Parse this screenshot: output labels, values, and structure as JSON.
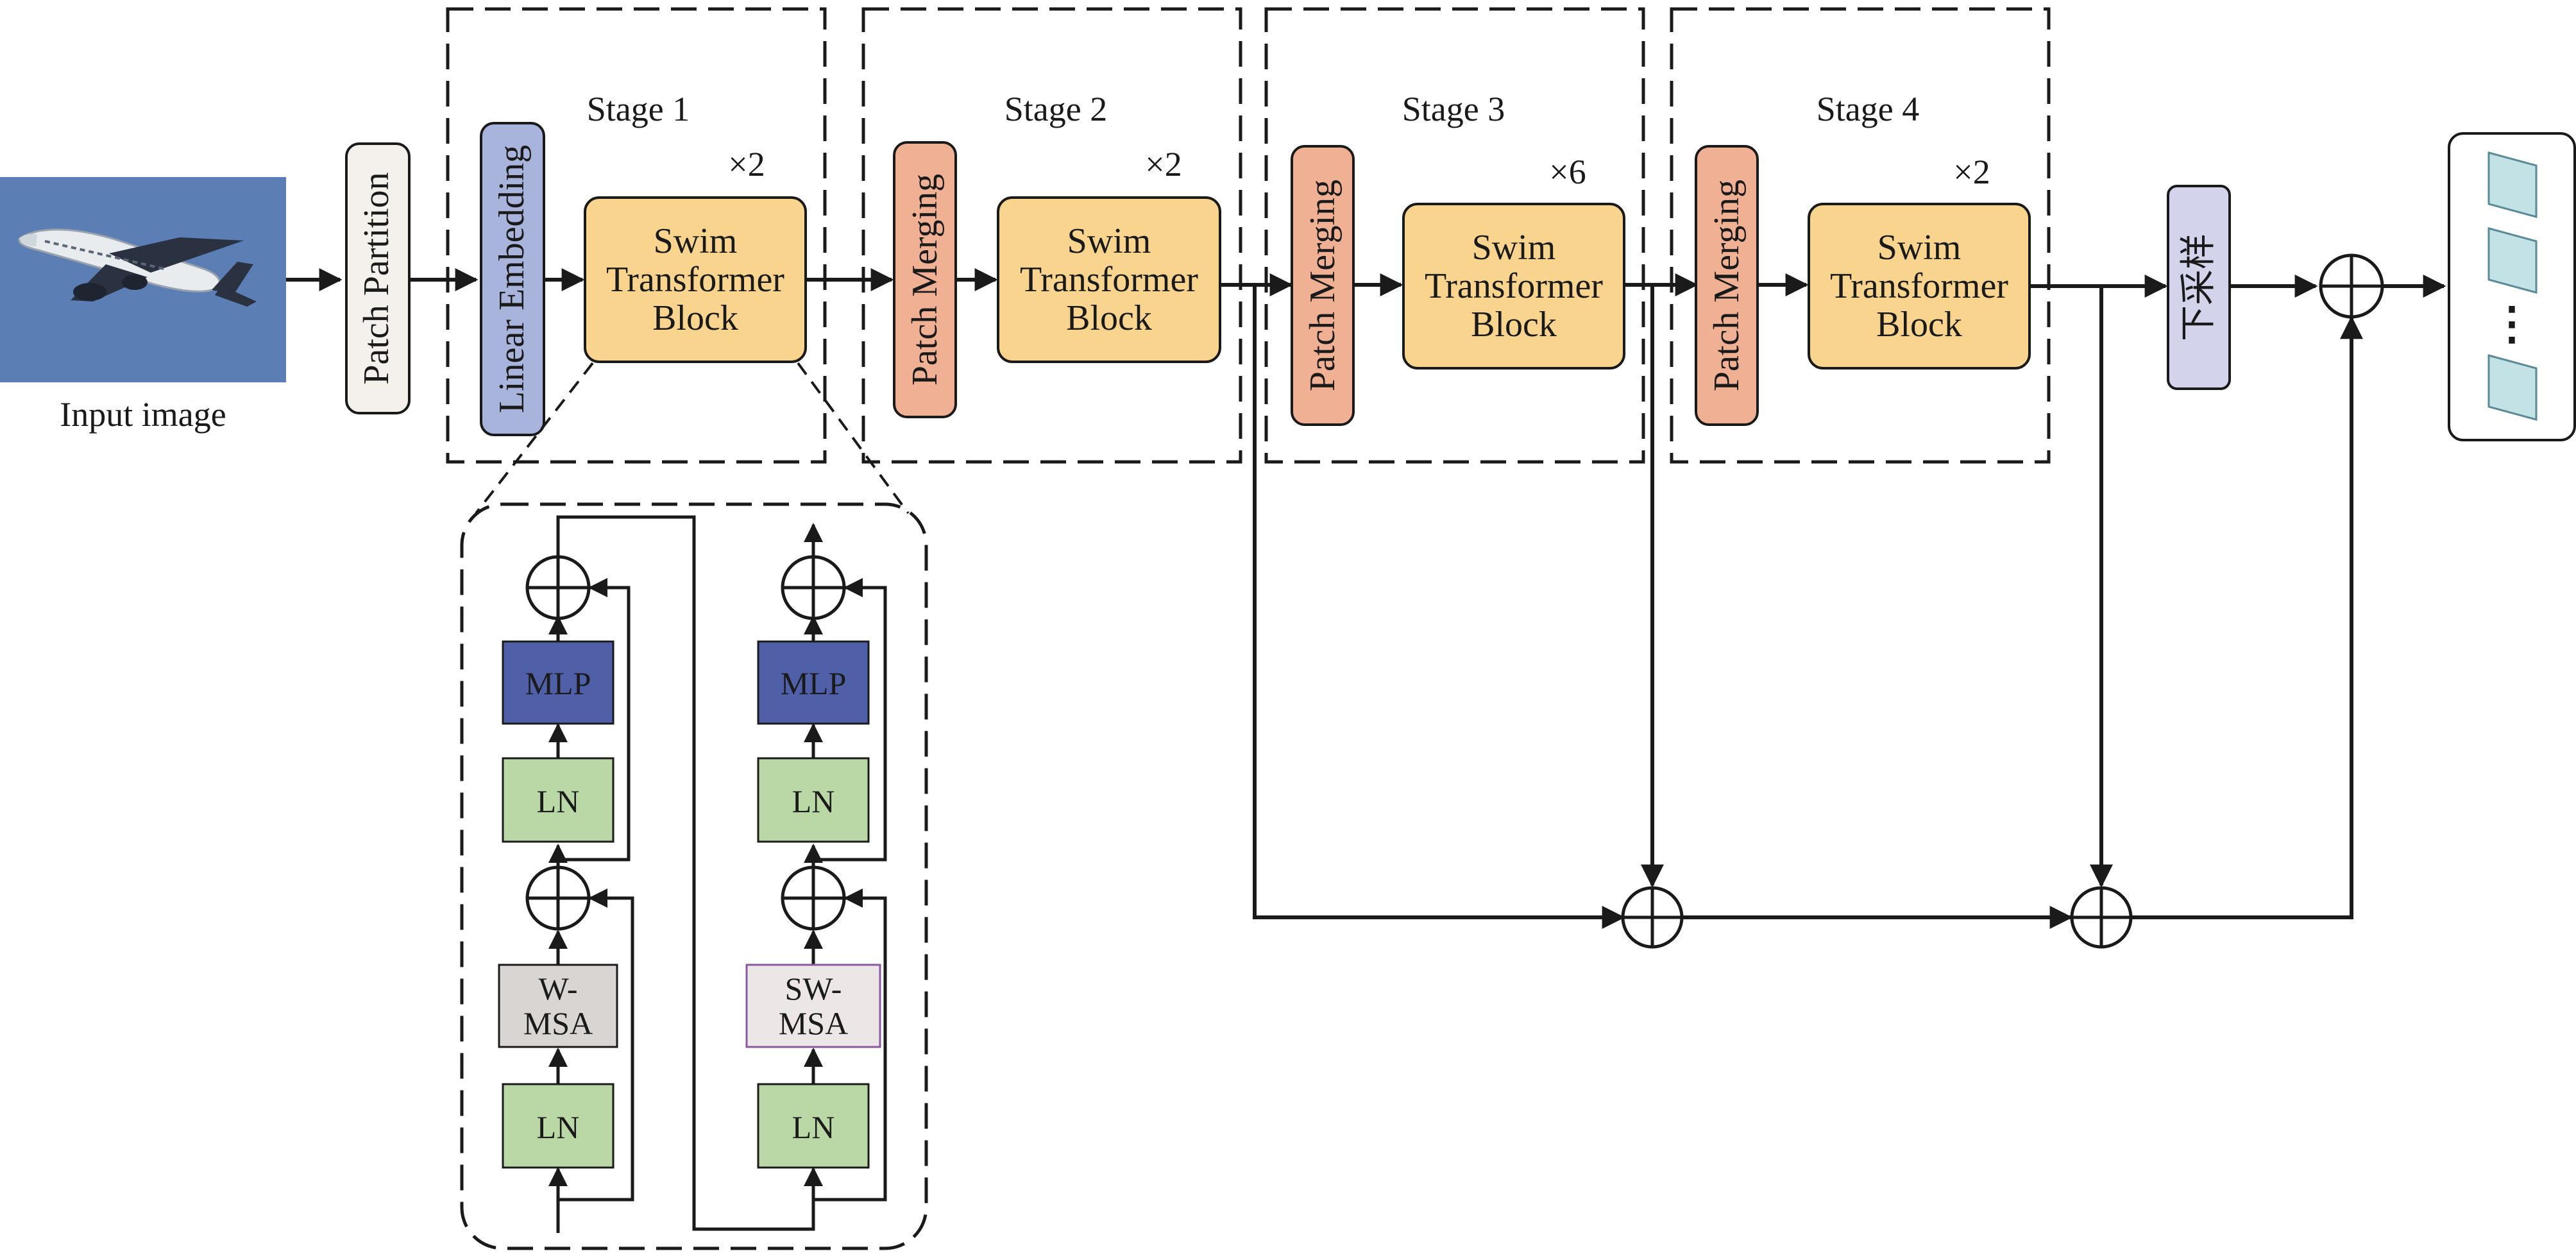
{
  "input_image": {
    "caption": "Input image",
    "sky_color": "#5b7fb5",
    "plane_color": "#e9ecef"
  },
  "patch_partition": {
    "label": "Patch Partition",
    "color": "#f4f1ec"
  },
  "linear_embedding": {
    "label": "Linear Embedding",
    "color": "#a8b4dc"
  },
  "patch_merging": {
    "label": "Patch Merging",
    "color": "#f0b094"
  },
  "swin_block": {
    "lines": [
      "Swim",
      "Transformer",
      "Block"
    ],
    "color": "#f8d48e"
  },
  "stages": [
    {
      "title": "Stage 1",
      "multiplier": "×2"
    },
    {
      "title": "Stage 2",
      "multiplier": "×2"
    },
    {
      "title": "Stage 3",
      "multiplier": "×6"
    },
    {
      "title": "Stage 4",
      "multiplier": "×2"
    }
  ],
  "downsample": {
    "label": "下采样",
    "color": "#d3d4ec"
  },
  "detail": {
    "mlp_label": "MLP",
    "ln_label": "LN",
    "wmsa_lines": [
      "W-",
      "MSA"
    ],
    "swmsa_lines": [
      "SW-",
      "MSA"
    ],
    "mlp_color": "#4f60a8",
    "ln_color": "#b9d8a6",
    "wmsa_color": "#d8d5d2",
    "swmsa_color": "#ece6e6"
  },
  "output": {
    "ellipsis": "⋮",
    "feature_color": "#c2e2e6"
  }
}
